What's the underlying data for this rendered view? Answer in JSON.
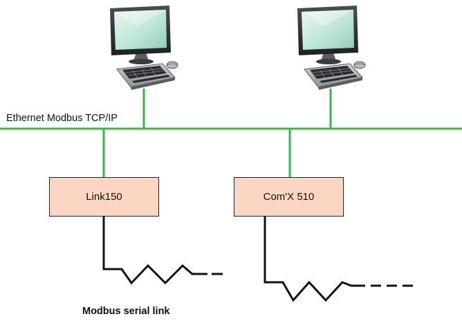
{
  "network": {
    "ethernet_label": "Ethernet Modbus TCP/IP",
    "bus_color": "#39b54a"
  },
  "devices": [
    {
      "label": "Link150",
      "fill": "#fbd6c3"
    },
    {
      "label": "Com'X 510",
      "fill": "#fbd6c3"
    }
  ],
  "serial": {
    "label": "Modbus serial link"
  },
  "icons": [
    "computer-workstation-icon",
    "computer-workstation-icon"
  ]
}
